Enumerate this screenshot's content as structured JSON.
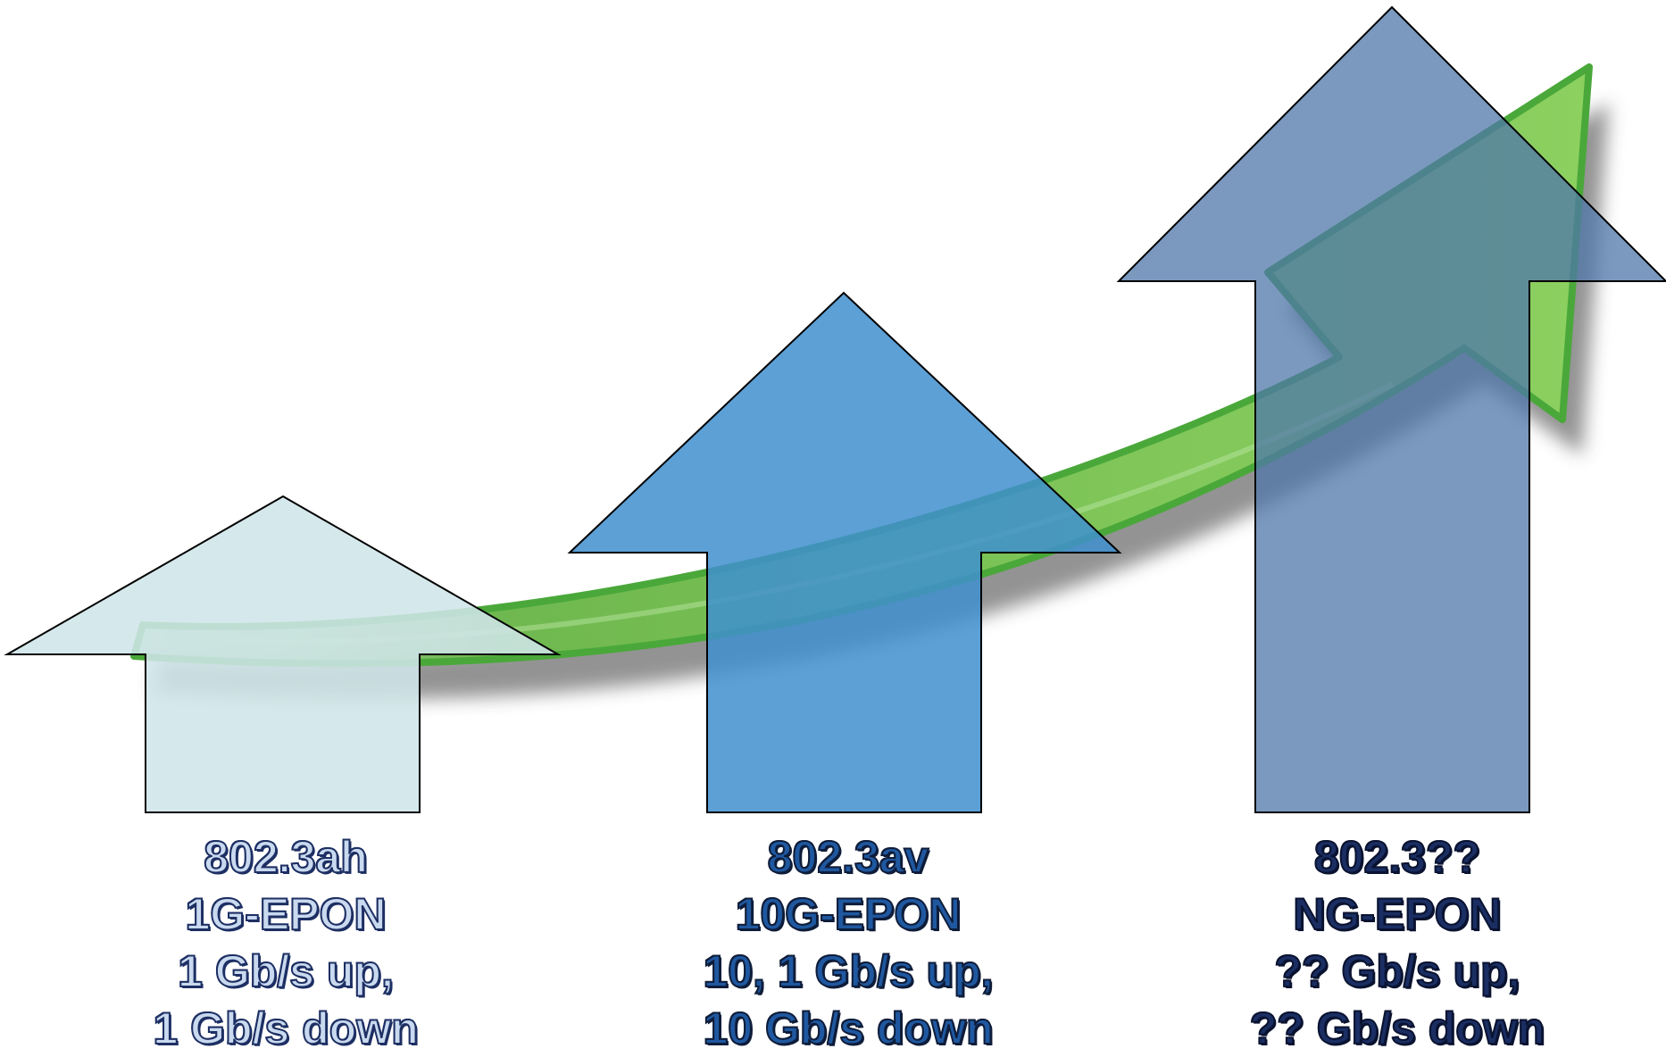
{
  "colors": {
    "curve_arrow": "#7fc55a",
    "curve_arrow_edge": "#4aa83a",
    "arrow_1_fill": "#cfe5e8",
    "arrow_2_fill": "#3f8fcf",
    "arrow_3_fill": "#5a80b0",
    "arrow_outline": "#000000"
  },
  "icons": [
    "growth-curve-arrow-icon",
    "up-arrow-icon"
  ],
  "standards": [
    {
      "name": "802.3ah",
      "type": "1G-EPON",
      "up": "1 Gb/s up,",
      "down": "1 Gb/s down"
    },
    {
      "name": "802.3av",
      "type": "10G-EPON",
      "up": "10, 1 Gb/s up,",
      "down": "10 Gb/s down"
    },
    {
      "name": "802.3??",
      "type": "NG-EPON",
      "up": "?? Gb/s up,",
      "down": "?? Gb/s down"
    }
  ]
}
